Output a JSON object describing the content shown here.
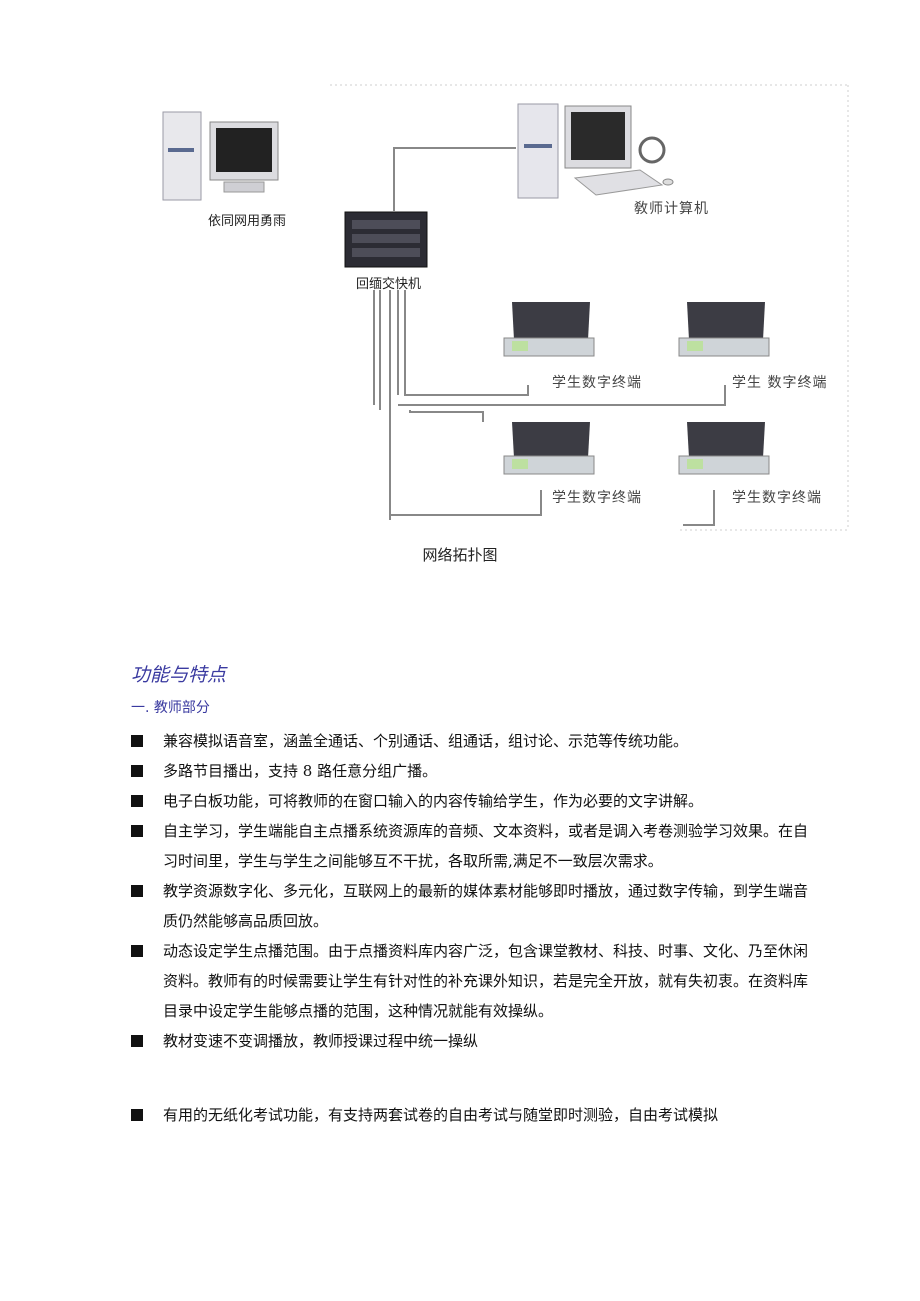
{
  "diagram": {
    "labels": {
      "left_pc": "依同网用勇雨",
      "switch": "回缅交快机",
      "teacher": "敎师计算机",
      "terminal_1": "学生数字终端",
      "terminal_2": "学生 数字终端",
      "terminal_3": "学生数字终端",
      "terminal_4": "学生数字终端"
    },
    "caption": "网络拓扑图"
  },
  "section": {
    "title": "功能与特点",
    "subtitle": "一. 教师部分"
  },
  "features": [
    "兼容模拟语音室，涵盖全通话、个别通话、组通话，组讨论、示范等传统功能。",
    "多路节目播出，支持 8 路任意分组广播。",
    "电子白板功能，可将教师的在窗口输入的内容传输给学生，作为必要的文字讲解。",
    "自主学习，学生端能自主点播系统资源库的音频、文本资料，或者是调入考卷测验学习效果。在自习时间里，学生与学生之间能够互不干扰，各取所需,满足不一致层次需求。",
    "教学资源数字化、多元化，互联网上的最新的媒体素材能够即时播放，通过数字传输，到学生端音质仍然能够高品质回放。",
    "动态设定学生点播范围。由于点播资料库内容广泛，包含课堂教材、科技、时事、文化、乃至休闲资料。教师有的时候需要让学生有针对性的补充课外知识，若是完全开放，就有失初衷。在资料库目录中设定学生能够点播的范围，这种情况就能有效操纵。",
    "教材变速不变调播放，教师授课过程中统一操纵",
    "有用的无纸化考试功能，有支持两套试卷的自由考试与随堂即时测验，自由考试模拟"
  ]
}
